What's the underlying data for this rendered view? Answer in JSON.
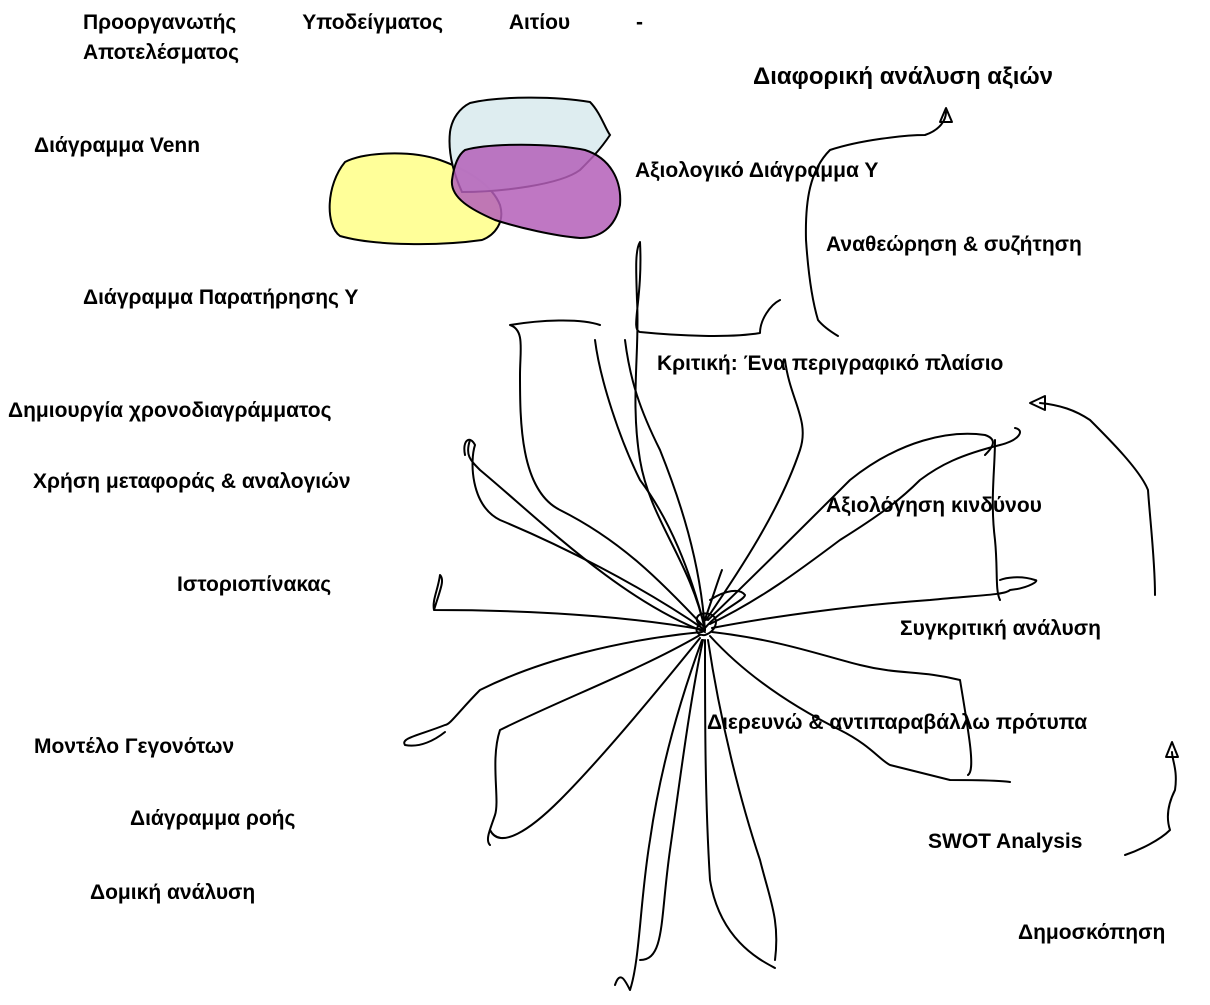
{
  "labels": {
    "title_words": [
      "Προοργανωτής",
      "Υποδείγματος",
      "Αιτίου",
      "-"
    ],
    "title_line2": "Αποτελέσματος",
    "diaforiki": "Διαφορική ανάλυση αξιών",
    "venn": "Διάγραμμα Venn",
    "axiologiko": "Αξιολογικό Διάγραμμα Υ",
    "anatheorisi": "Αναθεώρηση & συζήτηση",
    "paratirisis": "Διάγραμμα Παρατήρησης Υ",
    "kritiki": "Κριτική: Ένα περιγραφικό πλαίσιο",
    "xronodiagramma": "Δημιουργία χρονοδιαγράμματος",
    "metafora": "Χρήση μεταφοράς & αναλογιών",
    "kindynos": "Αξιολόγηση κινδύνου",
    "istoriopinakas": "Ιστοριοπίνακας",
    "sygkritiki": "Συγκριτική ανάλυση",
    "dierevno": "Διερευνώ & αντιπαραβάλλω πρότυπα",
    "gegonota": "Μοντέλο Γεγονότων",
    "roi": "Διάγραμμα ροής",
    "swot": "SWOT Analysis",
    "domiki": "Δομική ανάλυση",
    "dimoskopisi": "Δημοσκόπηση"
  },
  "colors": {
    "venn_yellow": "#ffff99",
    "venn_lightblue": "#dcecef",
    "venn_purple": "#b45fb8",
    "line": "#000000"
  }
}
